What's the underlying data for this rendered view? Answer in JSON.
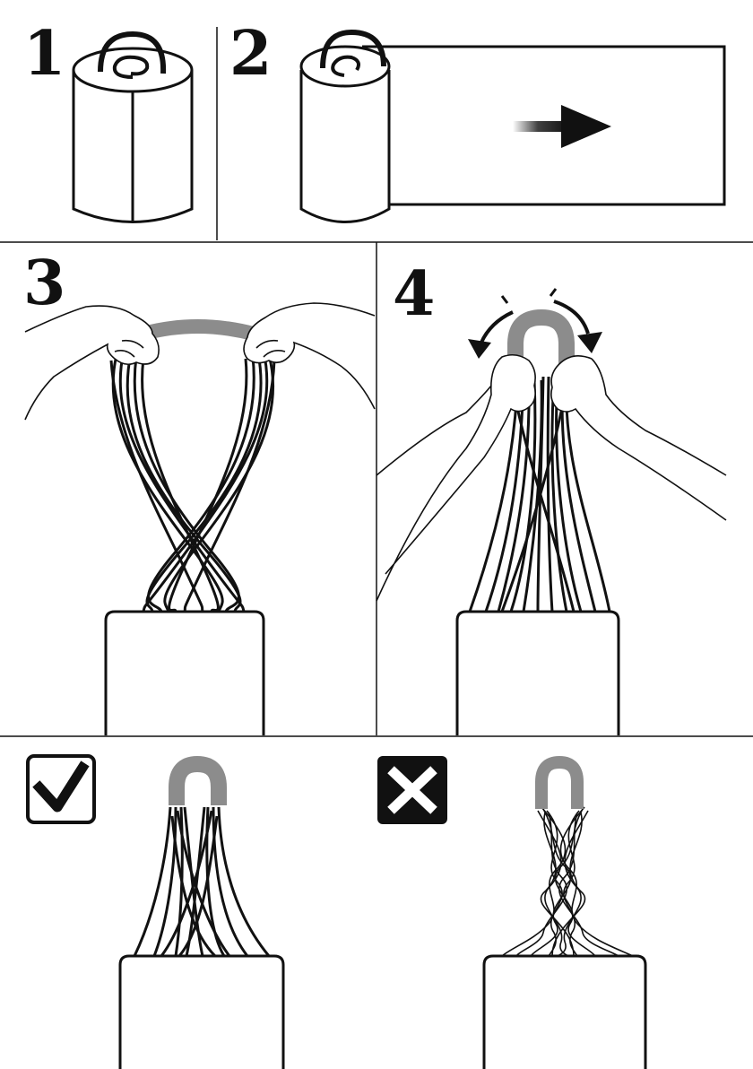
{
  "steps": [
    {
      "number": "1"
    },
    {
      "number": "2"
    },
    {
      "number": "3"
    },
    {
      "number": "4"
    }
  ],
  "results": {
    "correct": {
      "icon": "check-mark-icon"
    },
    "wrong": {
      "icon": "cross-mark-icon"
    }
  },
  "colors": {
    "ink": "#111111",
    "strip": "#8c8c8c",
    "background": "#ffffff"
  }
}
